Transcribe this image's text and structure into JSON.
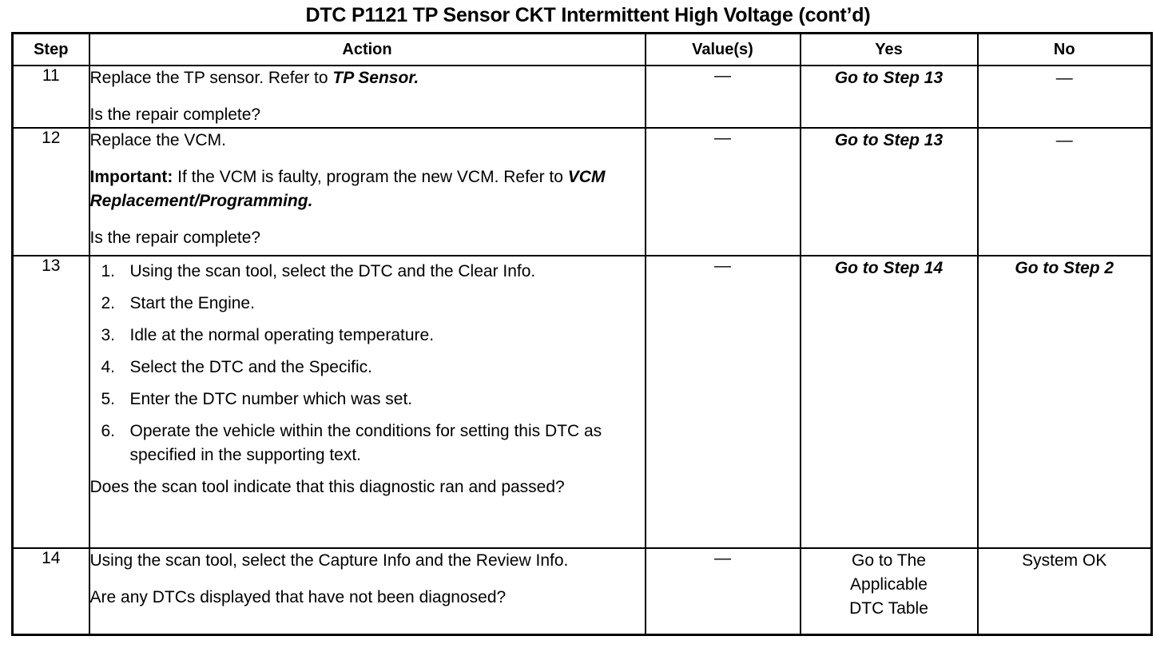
{
  "document": {
    "title": "DTC P1121 TP Sensor CKT Intermittent High Voltage (cont’d)"
  },
  "table": {
    "headers": {
      "step": "Step",
      "action": "Action",
      "value": "Value(s)",
      "yes": "Yes",
      "no": "No"
    },
    "rows": [
      {
        "step": "11",
        "action": {
          "line1_plain": "Replace the TP sensor. Refer to ",
          "line1_italic": "TP Sensor.",
          "question": "Is the repair complete?"
        },
        "value": "—",
        "yes": "Go to Step 13",
        "no": "—"
      },
      {
        "step": "12",
        "action": {
          "line1": "Replace the VCM.",
          "important_label": "Important:",
          "important_text": " If the VCM is faulty, program the new VCM. Refer to ",
          "important_italic": "VCM Replacement/Programming.",
          "question": "Is the repair complete?"
        },
        "value": "—",
        "yes": "Go to Step 13",
        "no": "—"
      },
      {
        "step": "13",
        "action": {
          "list": [
            {
              "num": "1.",
              "text": "Using the scan tool, select the DTC and the Clear Info."
            },
            {
              "num": "2.",
              "text": "Start the Engine."
            },
            {
              "num": "3.",
              "text": "Idle at the normal operating temperature."
            },
            {
              "num": "4.",
              "text": "Select the DTC and the Specific."
            },
            {
              "num": "5.",
              "text": "Enter the DTC number which was set."
            },
            {
              "num": "6.",
              "text": "Operate the vehicle within the conditions for setting this DTC as specified in the supporting text."
            }
          ],
          "question": "Does the scan tool indicate that this diagnostic ran and passed?"
        },
        "value": "—",
        "yes": "Go to Step 14",
        "no": "Go to Step 2"
      },
      {
        "step": "14",
        "action": {
          "line1": "Using the scan tool, select the Capture Info and the Review Info.",
          "question": "Are any DTCs displayed that have not been diagnosed?"
        },
        "value": "—",
        "yes_lines": [
          "Go to The",
          "Applicable",
          "DTC Table"
        ],
        "no": "System OK"
      }
    ]
  }
}
